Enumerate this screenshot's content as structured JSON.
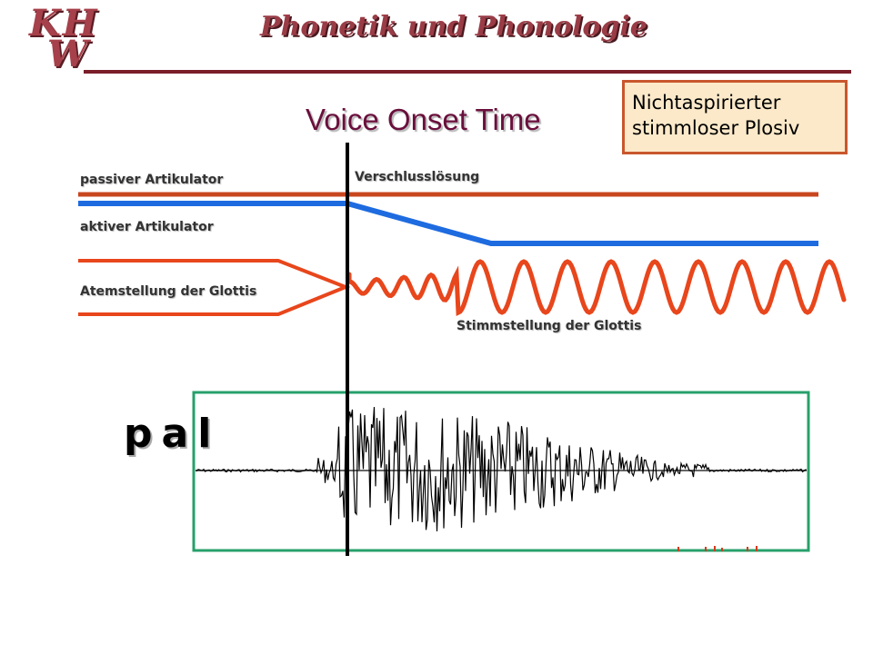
{
  "header": {
    "logo_line1": "KH",
    "logo_line2": "W",
    "title": "Phonetik und Phonologie"
  },
  "slide": {
    "title": "Voice Onset Time",
    "callout_line1": "Nichtaspirierter",
    "callout_line2": "stimmloser Plosiv"
  },
  "labels": {
    "passive": "passiver Artikulator",
    "active": "aktiver Artikulator",
    "glottis_breath": "Atemstellung der Glottis",
    "release": "Verschlusslösung",
    "glottis_voice": "Stimmstellung der Glottis"
  },
  "transcription": "pal",
  "colors": {
    "passive_line": "#c8461f",
    "active_line": "#1e6be0",
    "glottis_line": "#e8461c",
    "marker": "#000000",
    "waveform_border": "#27a06b"
  }
}
